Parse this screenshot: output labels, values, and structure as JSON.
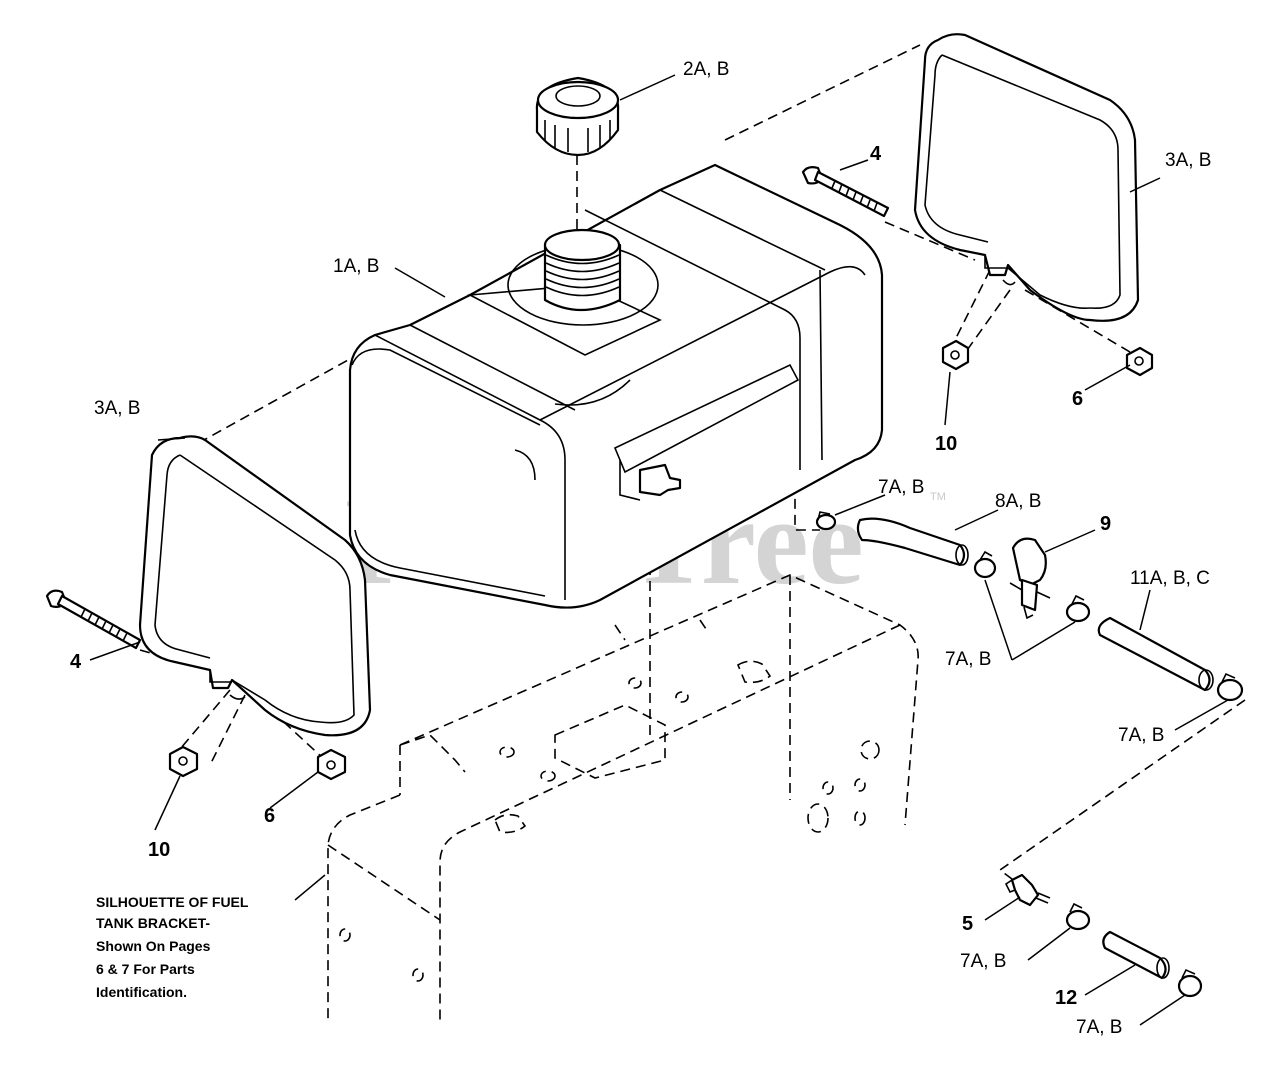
{
  "watermark": {
    "text": "PartsTree",
    "trademark": "TM"
  },
  "callouts": {
    "fuel_tank": "1A, B",
    "fuel_cap": "2A, B",
    "strap_right": "3A, B",
    "strap_left": "3A, B",
    "bolt_right": "4",
    "bolt_left": "4",
    "shutoff_valve": "5",
    "nut_right": "6",
    "nut_left": "6",
    "clamp_outlet": "7A, B",
    "clamp_mid": "7A, B",
    "clamp_right": "7A, B",
    "clamp_lower_a": "7A, B",
    "clamp_lower_b": "7A, B",
    "hose_8": "8A, B",
    "fuel_filter": "9",
    "nut_10_right": "10",
    "nut_10_left": "10",
    "hose_11": "11A, B, C",
    "hose_12": "12"
  },
  "note": {
    "line1": "SILHOUETTE OF FUEL",
    "line2": "TANK BRACKET-",
    "line3": "Shown On Pages",
    "line4": "6 & 7 For Parts",
    "line5": "Identification."
  }
}
